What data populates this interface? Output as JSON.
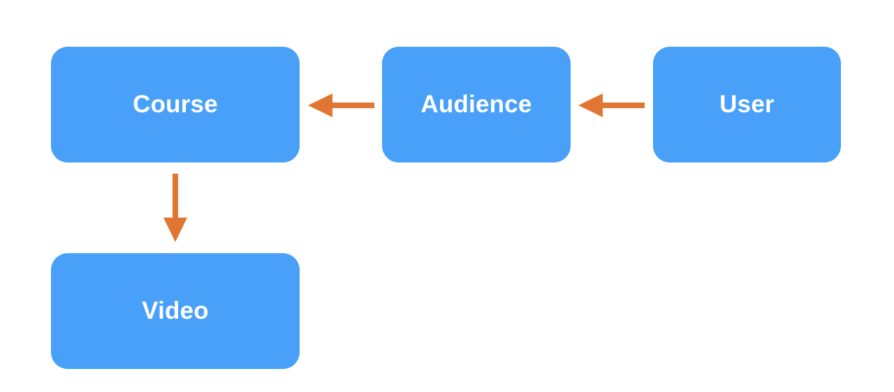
{
  "nodes": {
    "course": "Course",
    "audience": "Audience",
    "user": "User",
    "video": "Video"
  },
  "edges": [
    {
      "from": "audience",
      "to": "course"
    },
    {
      "from": "user",
      "to": "audience"
    },
    {
      "from": "course",
      "to": "video"
    }
  ],
  "colors": {
    "node_fill": "#48A0F8",
    "node_text": "#FFFFFF",
    "arrow": "#E07631"
  }
}
